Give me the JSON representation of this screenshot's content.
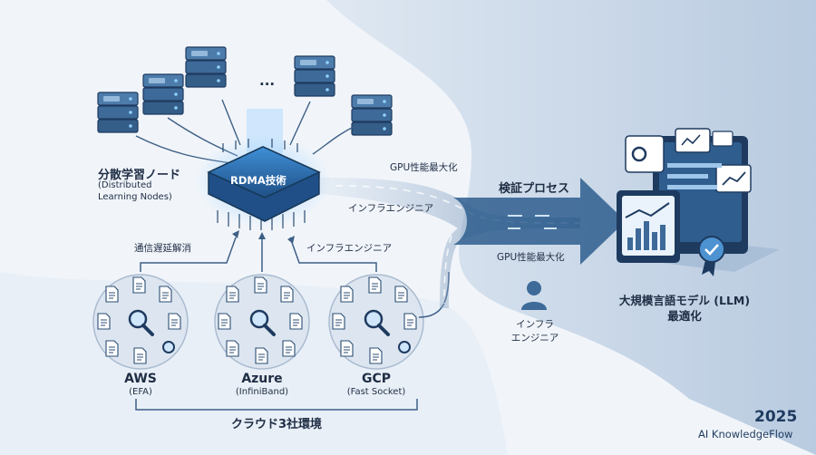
{
  "cluster": {
    "title": "分散学習ノード",
    "subtitle_line1": "(Distributed",
    "subtitle_line2": "Learning Nodes)",
    "ellipsis": "..."
  },
  "rdma_chip": {
    "label": "RDMA技術"
  },
  "labels": {
    "latency": "通信遅延解消",
    "infra_engineer_left": "インフラエンジニア",
    "gpu_max_top": "GPU性能最大化",
    "infra_engineer_mid": "インフラエンジニア",
    "verification": "検証プロセス",
    "gpu_max_bottom": "GPU性能最大化",
    "engineer_line1": "インフラ",
    "engineer_line2": "エンジニア"
  },
  "clouds": [
    {
      "name": "AWS",
      "tech": "(EFA)"
    },
    {
      "name": "Azure",
      "tech": "(InfiniBand)"
    },
    {
      "name": "GCP",
      "tech": "(Fast Socket)"
    }
  ],
  "cloud_group_label": "クラウド3社環境",
  "llm": {
    "line1": "大規模言語モデル (LLM)",
    "line2": "最適化"
  },
  "footer": {
    "year": "2025",
    "brand": "AI KnowledgeFlow"
  },
  "colors": {
    "navy": "#1e3a5f",
    "server_blue": "#3d6a99",
    "accent_cyan": "#5fb4ea",
    "stream_blue": "#6e8fb3",
    "background_curve": "#c7d6e7"
  }
}
